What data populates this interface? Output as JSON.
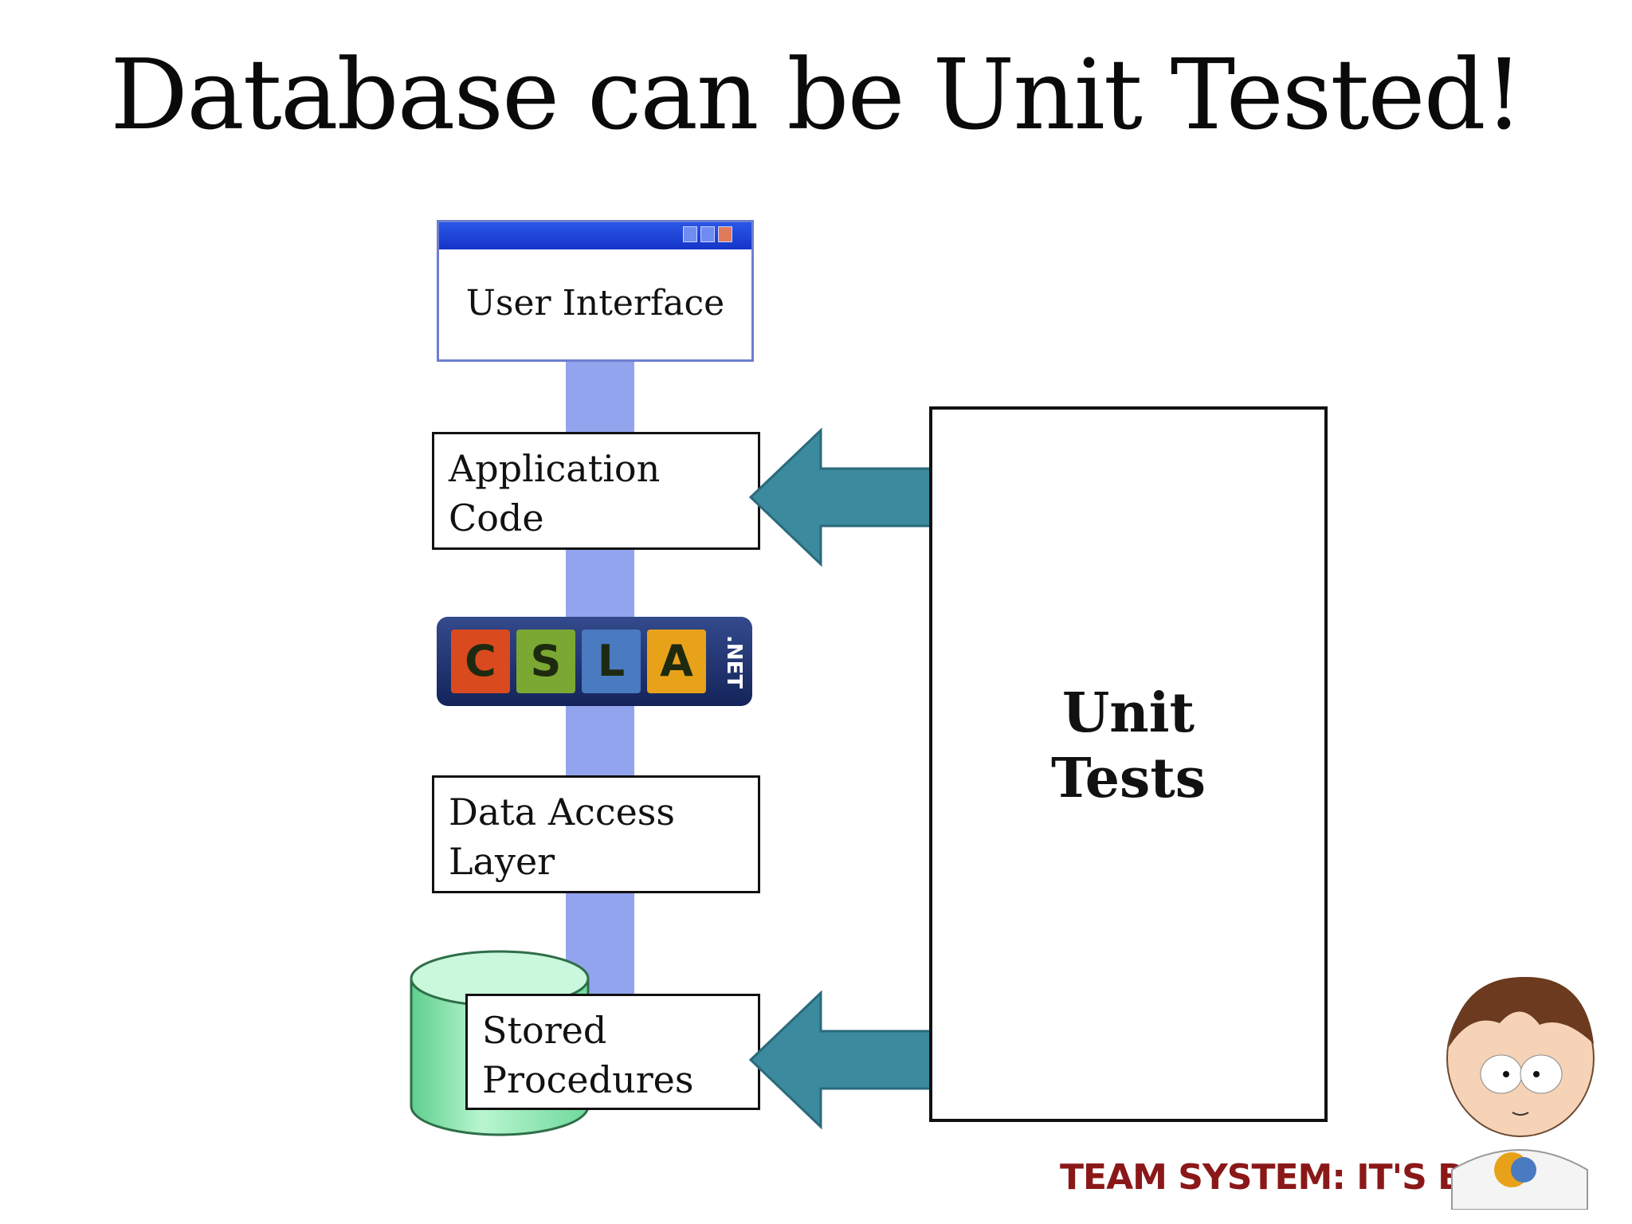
{
  "title": "Database can be Unit Tested!",
  "layers": {
    "ui": "User Interface",
    "app_code": [
      "Application",
      "Code"
    ],
    "csla": {
      "letters": [
        "C",
        "S",
        "L",
        "A"
      ],
      "suffix": ".NET"
    },
    "data_access": [
      "Data Access",
      "Layer"
    ],
    "stored_procs": [
      "Stored",
      "Procedures"
    ]
  },
  "unit_tests": [
    "Unit",
    "Tests"
  ],
  "footer": "TEAM SYSTEM: IT'S BIG",
  "colors": {
    "pipe": "#93a4ee",
    "arrow": "#3b8a9e",
    "cylinder": "#8fe3b1",
    "csla_tiles": [
      "#d94a1f",
      "#7aa832",
      "#4a7ac0",
      "#e8a21a"
    ],
    "footer": "#8b1818"
  }
}
